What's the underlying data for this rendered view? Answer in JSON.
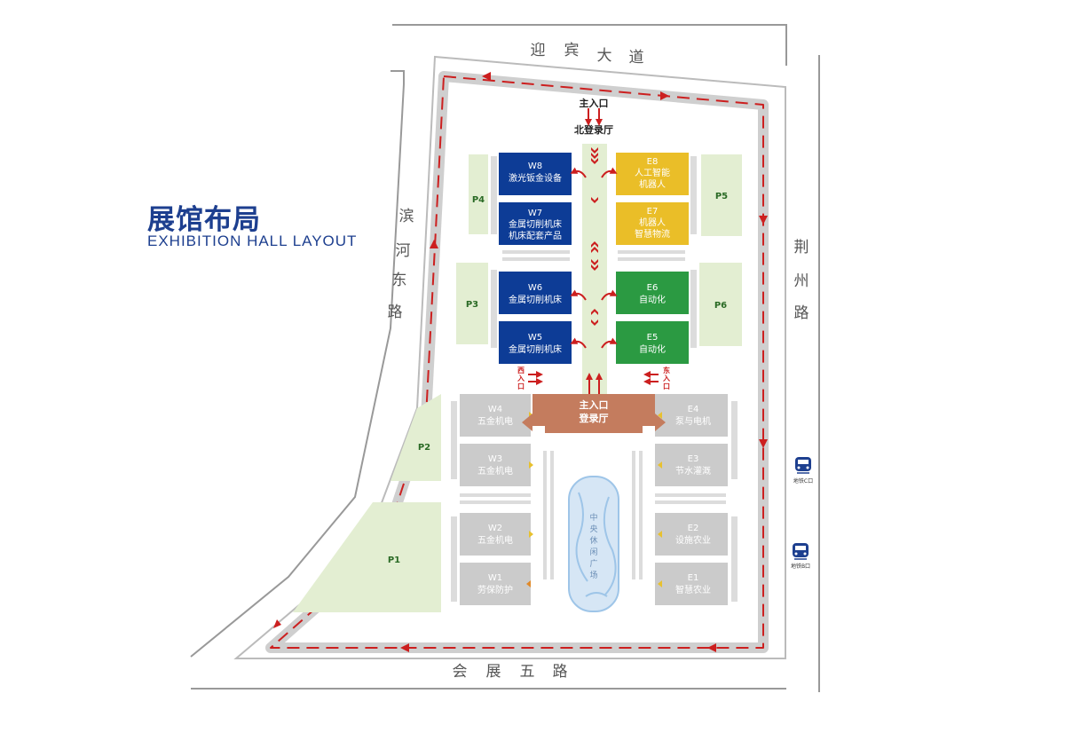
{
  "title": {
    "cn": "展馆布局",
    "en": "EXHIBITION HALL LAYOUT"
  },
  "roads": {
    "north": [
      "迎",
      "宾",
      "大",
      "道"
    ],
    "west": [
      "滨",
      "河",
      "东",
      "路"
    ],
    "east": [
      "荆",
      "州",
      "路"
    ],
    "south": [
      "会",
      "展",
      "五",
      "路"
    ]
  },
  "entrances": {
    "main_north": "主入口",
    "north_lobby": "北登录厅",
    "west": [
      "西",
      "入",
      "口"
    ],
    "east": [
      "东",
      "入",
      "口"
    ],
    "main_lobby": {
      "line1": "主入口",
      "line2": "登录厅"
    }
  },
  "halls": {
    "W8": {
      "code": "W8",
      "lines": [
        "激光钣金设备"
      ]
    },
    "W7": {
      "code": "W7",
      "lines": [
        "金属切削机床",
        "机床配套产品"
      ]
    },
    "W6": {
      "code": "W6",
      "lines": [
        "金属切削机床"
      ]
    },
    "W5": {
      "code": "W5",
      "lines": [
        "金属切削机床"
      ]
    },
    "E8": {
      "code": "E8",
      "lines": [
        "人工智能",
        "机器人"
      ]
    },
    "E7": {
      "code": "E7",
      "lines": [
        "机器人",
        "智慧物流"
      ]
    },
    "E6": {
      "code": "E6",
      "lines": [
        "自动化"
      ]
    },
    "E5": {
      "code": "E5",
      "lines": [
        "自动化"
      ]
    },
    "W4": {
      "code": "W4",
      "lines": [
        "五金机电"
      ]
    },
    "W3": {
      "code": "W3",
      "lines": [
        "五金机电"
      ]
    },
    "W2": {
      "code": "W2",
      "lines": [
        "五金机电"
      ]
    },
    "W1": {
      "code": "W1",
      "lines": [
        "劳保防护"
      ]
    },
    "E4": {
      "code": "E4",
      "lines": [
        "泵与电机"
      ]
    },
    "E3": {
      "code": "E3",
      "lines": [
        "节水灌溉"
      ]
    },
    "E2": {
      "code": "E2",
      "lines": [
        "设施农业"
      ]
    },
    "E1": {
      "code": "E1",
      "lines": [
        "智慧农业"
      ]
    }
  },
  "parking": {
    "P1": "P1",
    "P2": "P2",
    "P3": "P3",
    "P4": "P4",
    "P5": "P5",
    "P6": "P6"
  },
  "plaza": [
    "中",
    "央",
    "休",
    "闲",
    "广",
    "场"
  ],
  "metro": {
    "c": "地铁C口",
    "b": "地铁B口"
  },
  "colors": {
    "blue": "#0d3c96",
    "yellow": "#eabe28",
    "green": "#2b9a42",
    "gray_hall": "#cbcbcb",
    "lobby": "#c47c5e",
    "parking": "#e3eed2",
    "corridor": "#e3eed2",
    "ring": "#cfcfcf",
    "arrow": "#cc1f1f",
    "title": "#1d3f8f",
    "road_text": "#555555"
  }
}
